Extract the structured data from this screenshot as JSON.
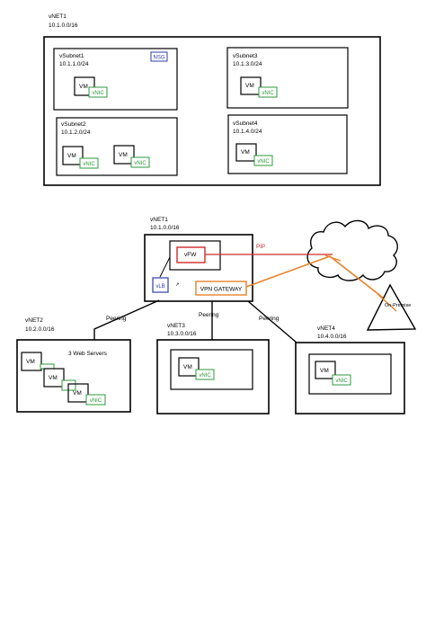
{
  "top": {
    "vnet_name": "vNET1",
    "vnet_cidr": "10.1.0.0/16",
    "subnets": [
      {
        "name": "vSubnet1",
        "cidr": "10.1.1.0/24",
        "badge": "NSG",
        "vm": "VM",
        "vnic": "vNIC"
      },
      {
        "name": "vSubnet2",
        "cidr": "10.1.2.0/24",
        "vms": [
          "VM",
          "VM"
        ],
        "vnics": [
          "vNIC",
          "vNIC"
        ]
      },
      {
        "name": "vSubnet3",
        "cidr": "10.1.3.0/24",
        "vm": "VM",
        "vnic": "vNIC"
      },
      {
        "name": "vSubnet4",
        "cidr": "10.1.4.0/24",
        "vm": "VM",
        "vnic": "vNIC"
      }
    ]
  },
  "hub": {
    "name": "vNET1",
    "cidr": "10.1.0.0/16",
    "firewall": "vFW",
    "load_balancer": "vLB",
    "gateway": "VPN GATEWAY",
    "pip": "PiP",
    "on_premise": "On-Premise"
  },
  "spokes": {
    "peering_label": "Peering",
    "vnet2": {
      "name": "vNET2",
      "cidr": "10.2.0.0/16",
      "note": "3 Web Servers",
      "vms": [
        "VM",
        "VM",
        "VM"
      ],
      "vnic": "vNIC"
    },
    "vnet3": {
      "name": "vNET3",
      "cidr": "10.3.0.0/16",
      "vm": "VM",
      "vnic": "vNIC"
    },
    "vnet4": {
      "name": "vNET4",
      "cidr": "10.4.0.0/16",
      "vm": "VM",
      "vnic": "vNIC"
    }
  },
  "colors": {
    "firewall_border": "#d02a2a",
    "pip_link": "#d02a2a",
    "gateway_border": "#e8832a",
    "vpn_link": "#e8832a",
    "vnic_border": "#2e9a3c",
    "nsg_border": "#2d3ea8",
    "vlb_border": "#2d3ea8"
  }
}
